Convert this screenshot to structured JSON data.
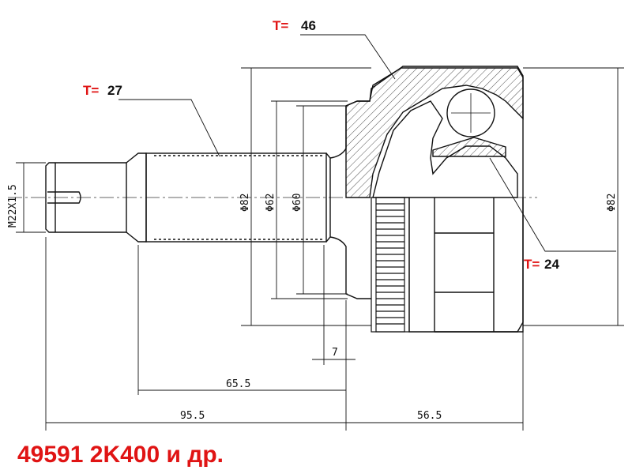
{
  "callouts": {
    "t46": {
      "prefix": "T=",
      "value": "46"
    },
    "t27": {
      "prefix": "T=",
      "value": "27"
    },
    "t24": {
      "prefix": "T=",
      "value": "24"
    }
  },
  "dimensions": {
    "thread": "M22X1.5",
    "shaft_dia": "Φ82",
    "d62": "Φ62",
    "d60": "Φ60",
    "housing_dia": "Φ82",
    "gap": "7",
    "shaft_len": "65.5",
    "total_len": "95.5",
    "housing_len": "56.5"
  },
  "part_number": "49591 2K400 и др.",
  "colors": {
    "accent": "#e01414",
    "line": "#111111"
  }
}
